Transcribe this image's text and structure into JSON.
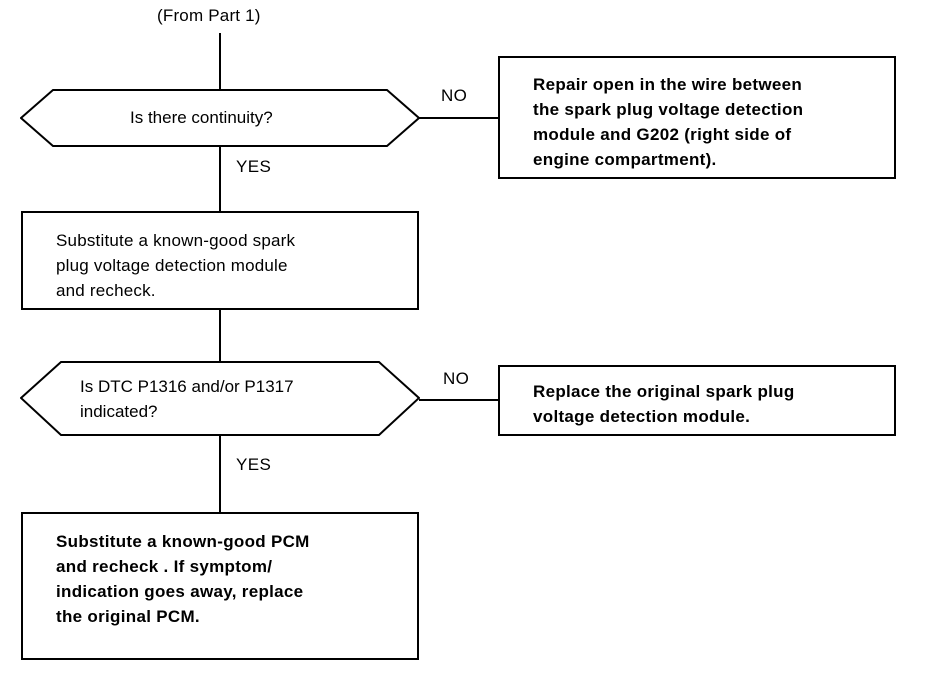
{
  "diagram": {
    "entry_label": "(From Part 1)",
    "nodes": {
      "decision_continuity": {
        "text": "Is there continuity?",
        "yes_label": "YES",
        "no_label": "NO"
      },
      "action_repair_open": {
        "text": "Repair open in the wire between\nthe spark plug voltage detection\nmodule and G202 (right side of\nengine compartment)."
      },
      "action_substitute_module": {
        "text": "Substitute a known-good spark\nplug voltage detection module\nand recheck."
      },
      "decision_dtc": {
        "text": "Is DTC P1316 and/or P1317\nindicated?",
        "yes_label": "YES",
        "no_label": "NO"
      },
      "action_replace_module": {
        "text": "Replace the original spark plug\nvoltage detection module."
      },
      "action_substitute_pcm": {
        "text": "Substitute a known-good PCM\nand recheck . If symptom/\nindication goes away, replace\nthe original PCM."
      }
    },
    "colors": {
      "line": "#000000",
      "background": "#ffffff",
      "text": "#000000"
    }
  }
}
